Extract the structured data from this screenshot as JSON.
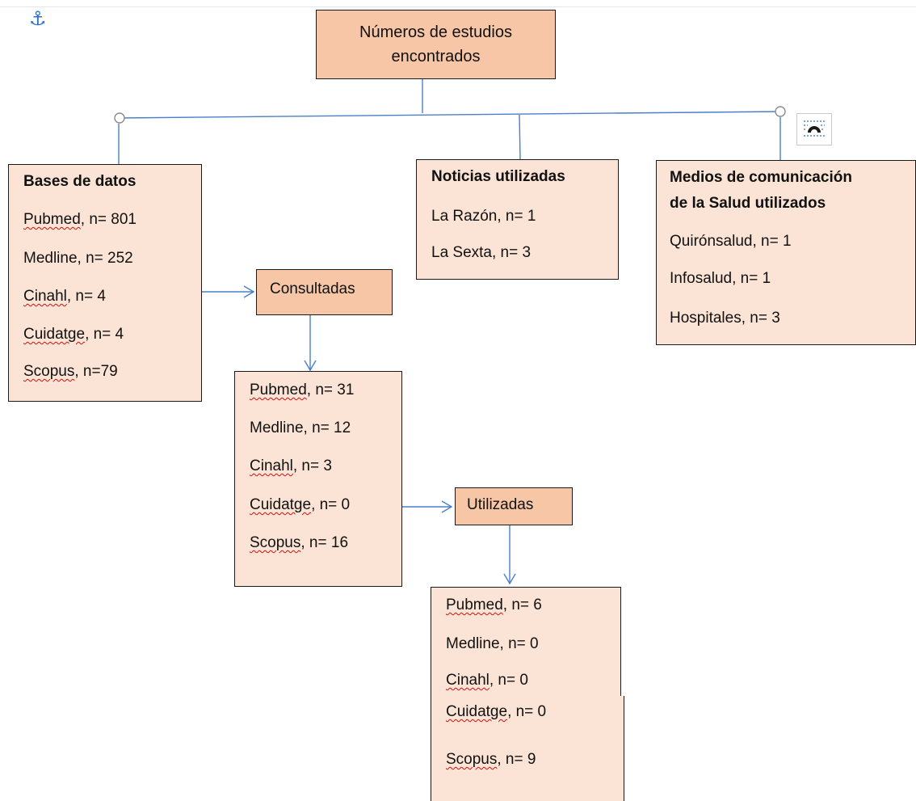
{
  "root": {
    "title": "Números de estudios encontrados"
  },
  "bases": {
    "title": "Bases de datos",
    "items": [
      {
        "name": "Pubmed",
        "rest": ", n= 801"
      },
      {
        "name": "Medline",
        "rest": ", n= 252"
      },
      {
        "name": "Cinahl",
        "rest": ", n= 4"
      },
      {
        "name": "Cuidatge",
        "rest": ", n= 4"
      },
      {
        "name": "Scopus",
        "rest": ", n=79"
      }
    ]
  },
  "noticias": {
    "title": "Noticias utilizadas",
    "items": [
      "La Razón, n= 1",
      "La Sexta, n= 3"
    ]
  },
  "medios": {
    "title_line1": "Medios de comunicación",
    "title_line2": "de la Salud utilizados",
    "items": [
      "Quirónsalud, n= 1",
      "Infosalud, n= 1",
      "Hospitales, n= 3"
    ]
  },
  "consultadas": {
    "label": "Consultadas",
    "items": [
      {
        "name": "Pubmed",
        "rest": ", n= 31"
      },
      {
        "name": "Medline",
        "rest": ", n= 12"
      },
      {
        "name": "Cinahl",
        "rest": ", n= 3"
      },
      {
        "name": "Cuidatge",
        "rest": ", n= 0"
      },
      {
        "name": "Scopus",
        "rest": ", n= 16"
      }
    ]
  },
  "utilizadas": {
    "label": "Utilizadas",
    "items": [
      {
        "name": "Pubmed",
        "rest": ", n= 6"
      },
      {
        "name": "Medline",
        "rest": ", n= 0"
      },
      {
        "name": "Cinahl",
        "rest": ", n= 0"
      },
      {
        "name": "Cuidatge",
        "rest": ", n= 0"
      },
      {
        "name": "Scopus",
        "rest": ", n= 9"
      }
    ]
  },
  "colors": {
    "box_fill": "#fbe4d5",
    "header_fill": "#f6c6a6",
    "connector": "#4a7fc9",
    "spellcheck": "#d01010"
  },
  "icons": [
    "anchor-icon",
    "layout-options-icon",
    "handle-icon"
  ]
}
